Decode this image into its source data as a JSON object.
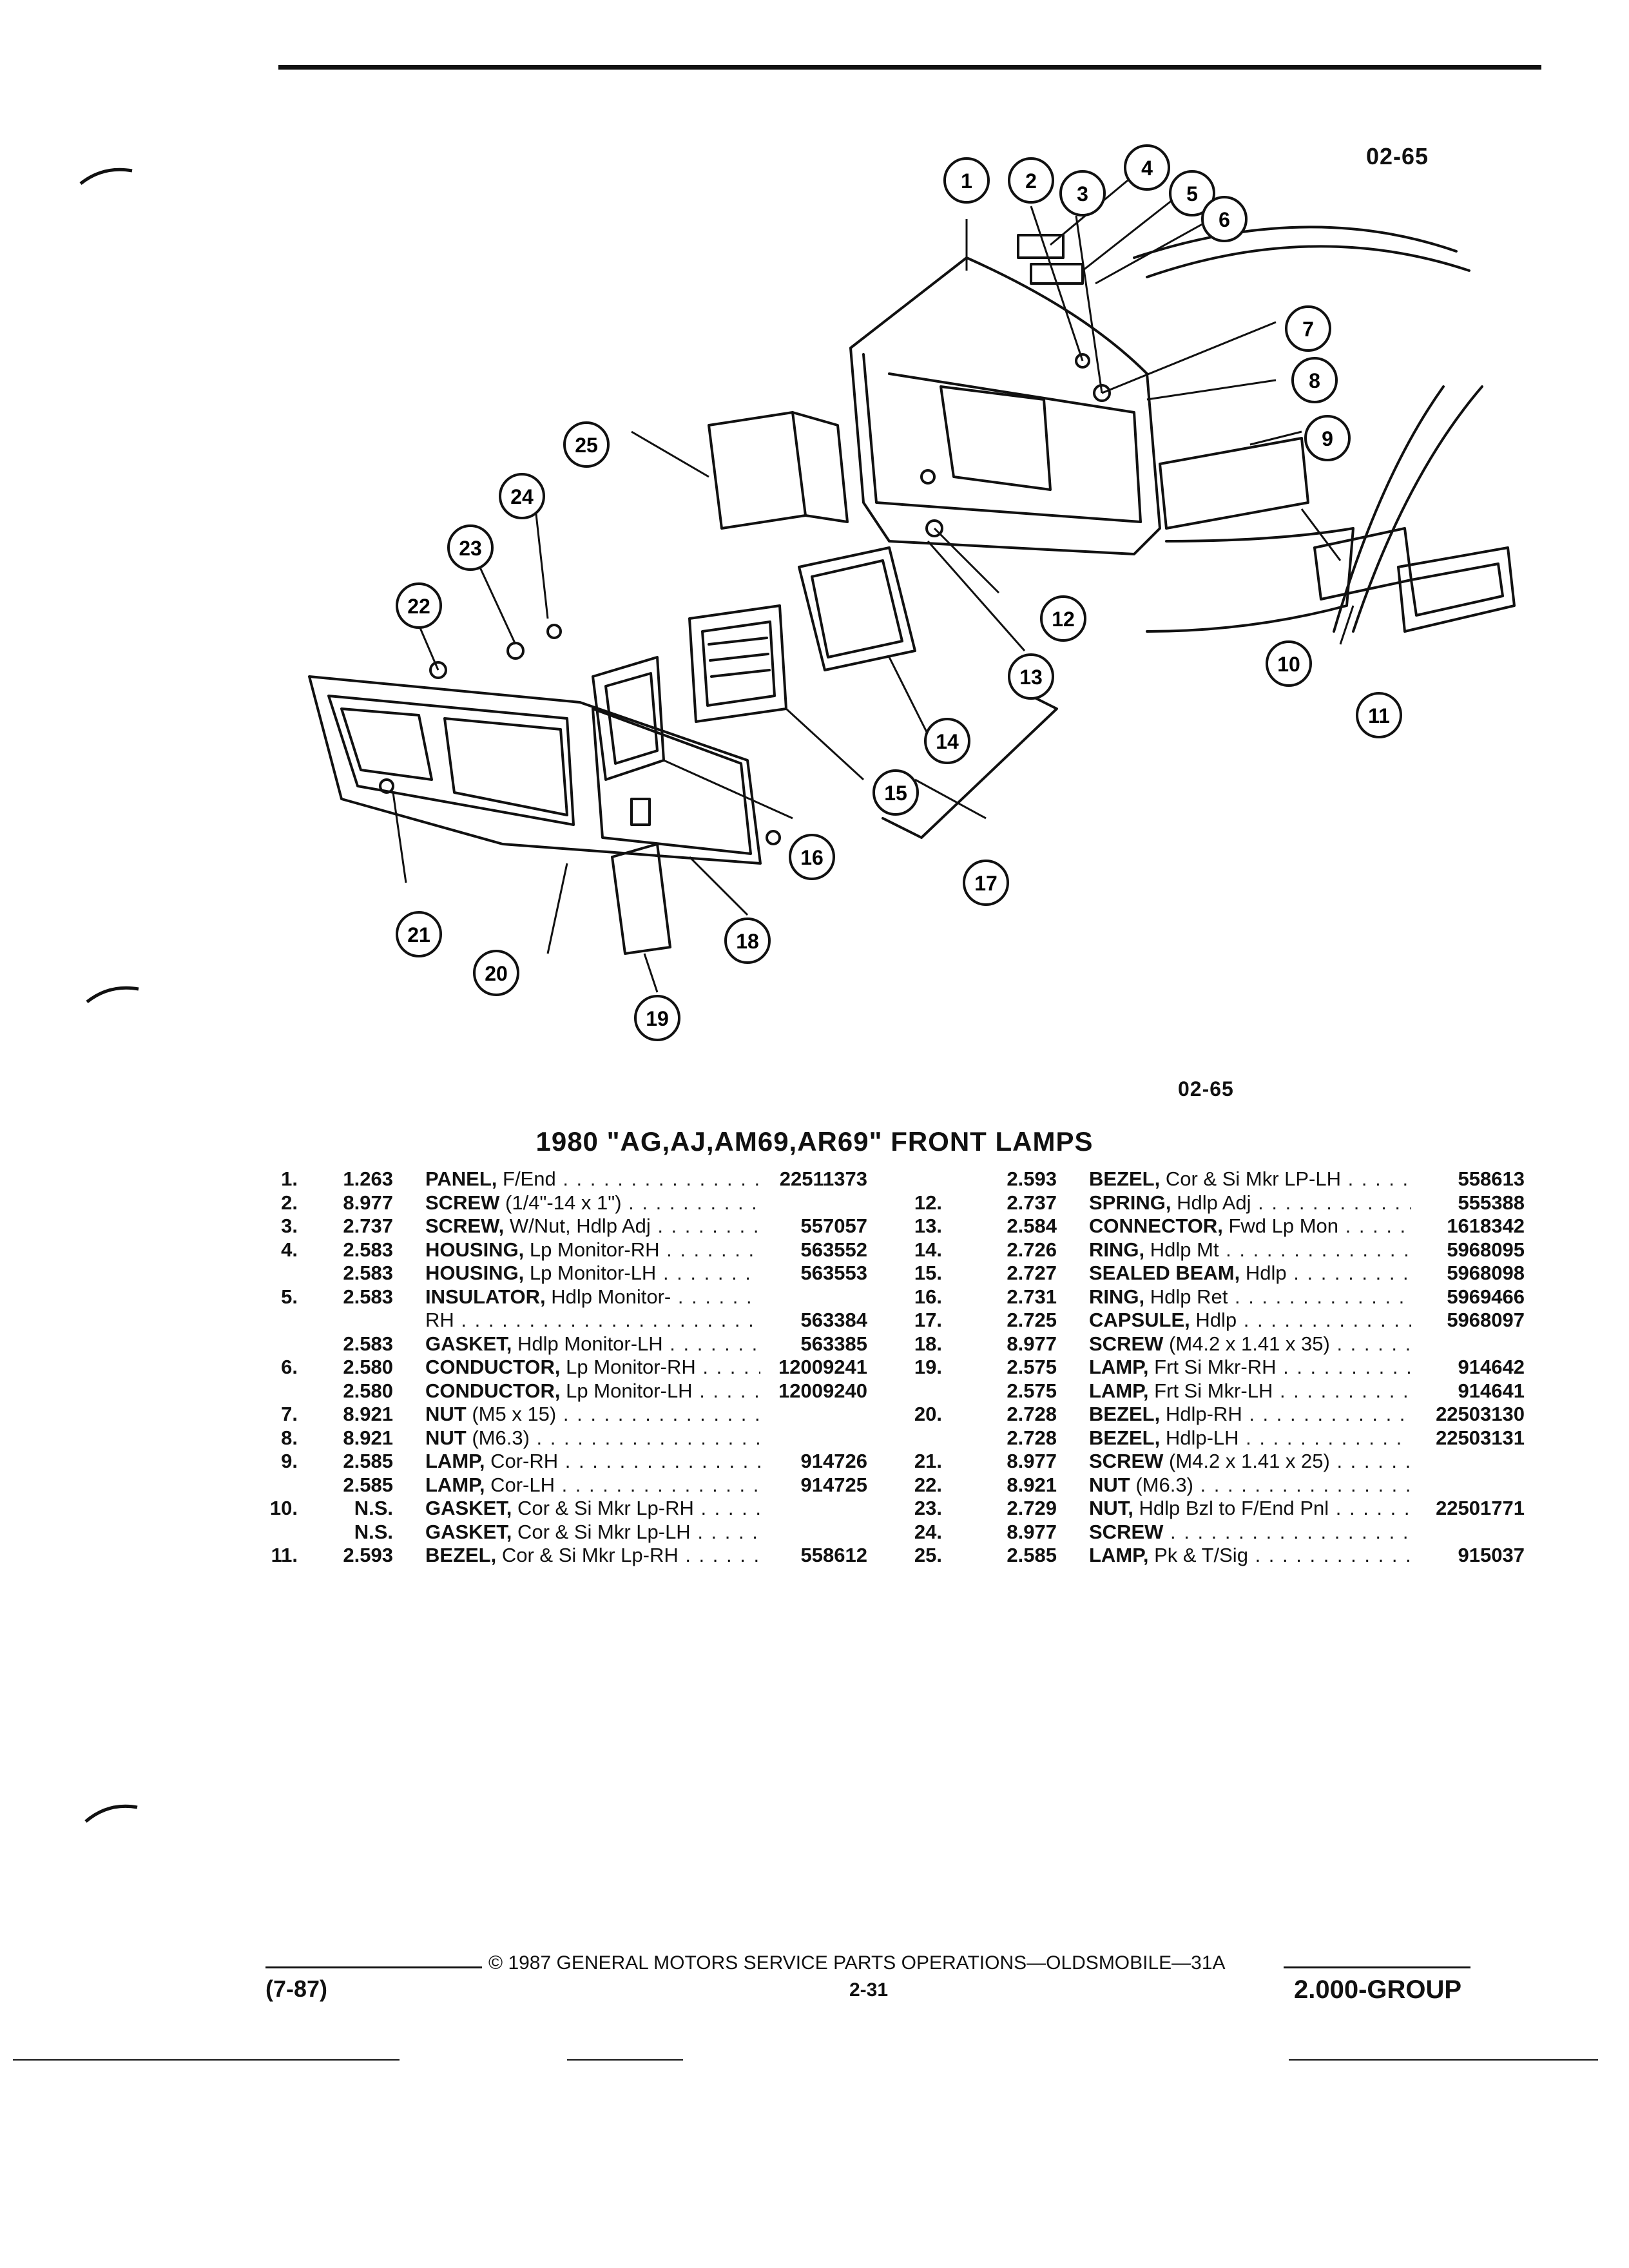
{
  "page_code": "02-65",
  "diagram_code": "02-65",
  "title": "1980 \"AG,AJ,AM69,AR69\" FRONT LAMPS",
  "callouts": [
    "1",
    "2",
    "3",
    "4",
    "5",
    "6",
    "7",
    "8",
    "9",
    "10",
    "11",
    "12",
    "13",
    "14",
    "15",
    "16",
    "17",
    "18",
    "19",
    "20",
    "21",
    "22",
    "23",
    "24",
    "25"
  ],
  "parts_left": [
    {
      "no": "1.",
      "grp": "1.263",
      "name": "PANEL,",
      "detail": " F/End",
      "pn": "22511373"
    },
    {
      "no": "2.",
      "grp": "8.977",
      "name": "SCREW",
      "detail": " (1/4\"-14 x 1\")",
      "pn": ""
    },
    {
      "no": "3.",
      "grp": "2.737",
      "name": "SCREW,",
      "detail": " W/Nut, Hdlp Adj",
      "pn": "557057"
    },
    {
      "no": "4.",
      "grp": "2.583",
      "name": "HOUSING,",
      "detail": " Lp Monitor-RH",
      "pn": "563552"
    },
    {
      "no": "",
      "grp": "2.583",
      "name": "HOUSING,",
      "detail": " Lp Monitor-LH",
      "pn": "563553"
    },
    {
      "no": "5.",
      "grp": "2.583",
      "name": "INSULATOR,",
      "detail": " Hdlp Monitor-",
      "pn": ""
    },
    {
      "no": "",
      "grp": "",
      "name": "",
      "detail": "RH",
      "pn": "563384"
    },
    {
      "no": "",
      "grp": "2.583",
      "name": "GASKET,",
      "detail": " Hdlp Monitor-LH",
      "pn": "563385"
    },
    {
      "no": "6.",
      "grp": "2.580",
      "name": "CONDUCTOR,",
      "detail": " Lp Monitor-RH",
      "pn": "12009241"
    },
    {
      "no": "",
      "grp": "2.580",
      "name": "CONDUCTOR,",
      "detail": " Lp Monitor-LH",
      "pn": "12009240"
    },
    {
      "no": "7.",
      "grp": "8.921",
      "name": "NUT",
      "detail": " (M5 x 15)",
      "pn": ""
    },
    {
      "no": "8.",
      "grp": "8.921",
      "name": "NUT",
      "detail": " (M6.3)",
      "pn": ""
    },
    {
      "no": "9.",
      "grp": "2.585",
      "name": "LAMP,",
      "detail": " Cor-RH",
      "pn": "914726"
    },
    {
      "no": "",
      "grp": "2.585",
      "name": "LAMP,",
      "detail": " Cor-LH",
      "pn": "914725"
    },
    {
      "no": "10.",
      "grp": "N.S.",
      "name": "GASKET,",
      "detail": " Cor & Si Mkr Lp-RH",
      "pn": ""
    },
    {
      "no": "",
      "grp": "N.S.",
      "name": "GASKET,",
      "detail": " Cor & Si Mkr Lp-LH",
      "pn": ""
    },
    {
      "no": "11.",
      "grp": "2.593",
      "name": "BEZEL,",
      "detail": " Cor & Si Mkr Lp-RH",
      "pn": "558612"
    }
  ],
  "parts_right": [
    {
      "no": "",
      "grp": "2.593",
      "name": "BEZEL,",
      "detail": " Cor & Si Mkr LP-LH",
      "pn": "558613"
    },
    {
      "no": "12.",
      "grp": "2.737",
      "name": "SPRING,",
      "detail": " Hdlp Adj",
      "pn": "555388"
    },
    {
      "no": "13.",
      "grp": "2.584",
      "name": "CONNECTOR,",
      "detail": " Fwd Lp Mon",
      "pn": "1618342"
    },
    {
      "no": "14.",
      "grp": "2.726",
      "name": "RING,",
      "detail": " Hdlp Mt",
      "pn": "5968095"
    },
    {
      "no": "15.",
      "grp": "2.727",
      "name": "SEALED BEAM,",
      "detail": " Hdlp",
      "pn": "5968098"
    },
    {
      "no": "16.",
      "grp": "2.731",
      "name": "RING,",
      "detail": " Hdlp Ret",
      "pn": "5969466"
    },
    {
      "no": "17.",
      "grp": "2.725",
      "name": "CAPSULE,",
      "detail": " Hdlp",
      "pn": "5968097"
    },
    {
      "no": "18.",
      "grp": "8.977",
      "name": "SCREW",
      "detail": " (M4.2 x 1.41 x 35)",
      "pn": ""
    },
    {
      "no": "19.",
      "grp": "2.575",
      "name": "LAMP,",
      "detail": " Frt Si Mkr-RH",
      "pn": "914642"
    },
    {
      "no": "",
      "grp": "2.575",
      "name": "LAMP,",
      "detail": " Frt Si Mkr-LH",
      "pn": "914641"
    },
    {
      "no": "20.",
      "grp": "2.728",
      "name": "BEZEL,",
      "detail": " Hdlp-RH",
      "pn": "22503130"
    },
    {
      "no": "",
      "grp": "2.728",
      "name": "BEZEL,",
      "detail": " Hdlp-LH",
      "pn": "22503131"
    },
    {
      "no": "21.",
      "grp": "8.977",
      "name": "SCREW",
      "detail": " (M4.2 x 1.41 x 25)",
      "pn": ""
    },
    {
      "no": "22.",
      "grp": "8.921",
      "name": "NUT",
      "detail": " (M6.3)",
      "pn": ""
    },
    {
      "no": "23.",
      "grp": "2.729",
      "name": "NUT,",
      "detail": " Hdlp Bzl to F/End Pnl",
      "pn": "22501771"
    },
    {
      "no": "24.",
      "grp": "8.977",
      "name": "SCREW",
      "detail": "",
      "pn": ""
    },
    {
      "no": "25.",
      "grp": "2.585",
      "name": "LAMP,",
      "detail": " Pk & T/Sig",
      "pn": "915037"
    }
  ],
  "footer": {
    "copyright": "© 1987 GENERAL MOTORS SERVICE PARTS OPERATIONS—OLDSMOBILE—31A",
    "date_code": "(7-87)",
    "page_number": "2-31",
    "group": "2.000-GROUP"
  }
}
